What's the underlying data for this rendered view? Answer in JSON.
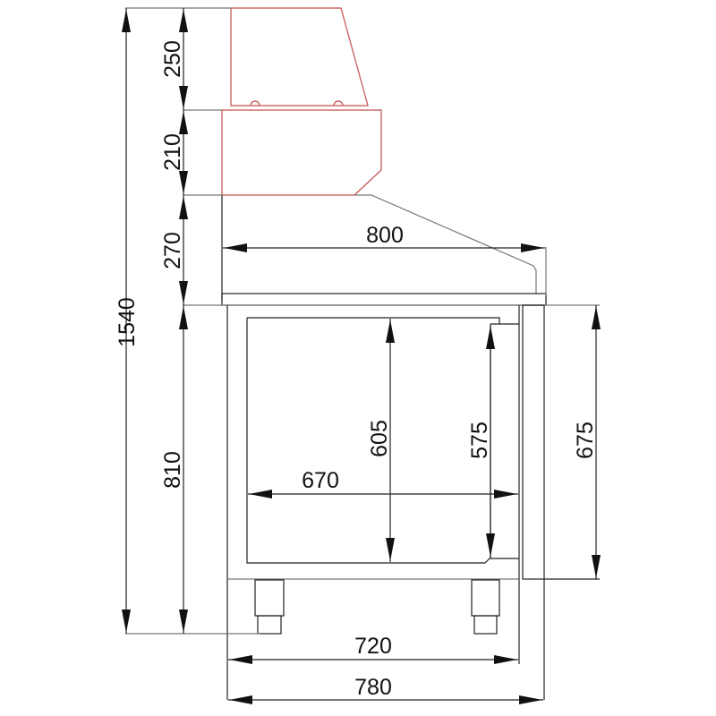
{
  "drawing": {
    "type": "technical side-elevation drawing",
    "subject": "refrigerated prep counter with glass display top",
    "units": "mm",
    "colors": {
      "outline": "#222222",
      "display_outline": "#c0504d",
      "background": "#ffffff"
    }
  },
  "dimensions": {
    "total_height": "1540",
    "display_upper": "250",
    "display_lower": "210",
    "worktop_hood": "270",
    "cabinet_height": "810",
    "worktop_depth": "800",
    "inner_width": "670",
    "inner_height": "605",
    "door_inner_height": "575",
    "door_height": "675",
    "base_depth": "720",
    "overall_depth": "780"
  }
}
